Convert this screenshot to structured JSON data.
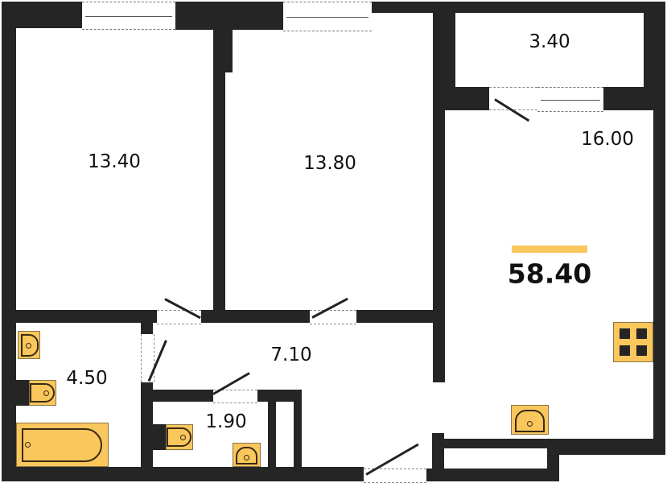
{
  "plan": {
    "type": "apartment-floor-plan",
    "total_area": "58.40",
    "accent_color": "#f9c75c",
    "wall_color": "#252525",
    "rooms": [
      {
        "id": "bedroom-1",
        "area": "13.40"
      },
      {
        "id": "bedroom-2",
        "area": "13.80"
      },
      {
        "id": "balcony",
        "area": "3.40"
      },
      {
        "id": "kitchen-living",
        "area": "16.00"
      },
      {
        "id": "hallway",
        "area": "7.10"
      },
      {
        "id": "bathroom",
        "area": "4.50"
      },
      {
        "id": "toilet",
        "area": "1.90"
      }
    ],
    "fixtures": [
      {
        "type": "sink",
        "room": "bathroom"
      },
      {
        "type": "toilet",
        "room": "bathroom"
      },
      {
        "type": "bathtub",
        "room": "bathroom"
      },
      {
        "type": "toilet",
        "room": "toilet"
      },
      {
        "type": "sink",
        "room": "toilet"
      },
      {
        "type": "sink",
        "room": "kitchen-living"
      },
      {
        "type": "stove",
        "room": "kitchen-living"
      }
    ]
  }
}
